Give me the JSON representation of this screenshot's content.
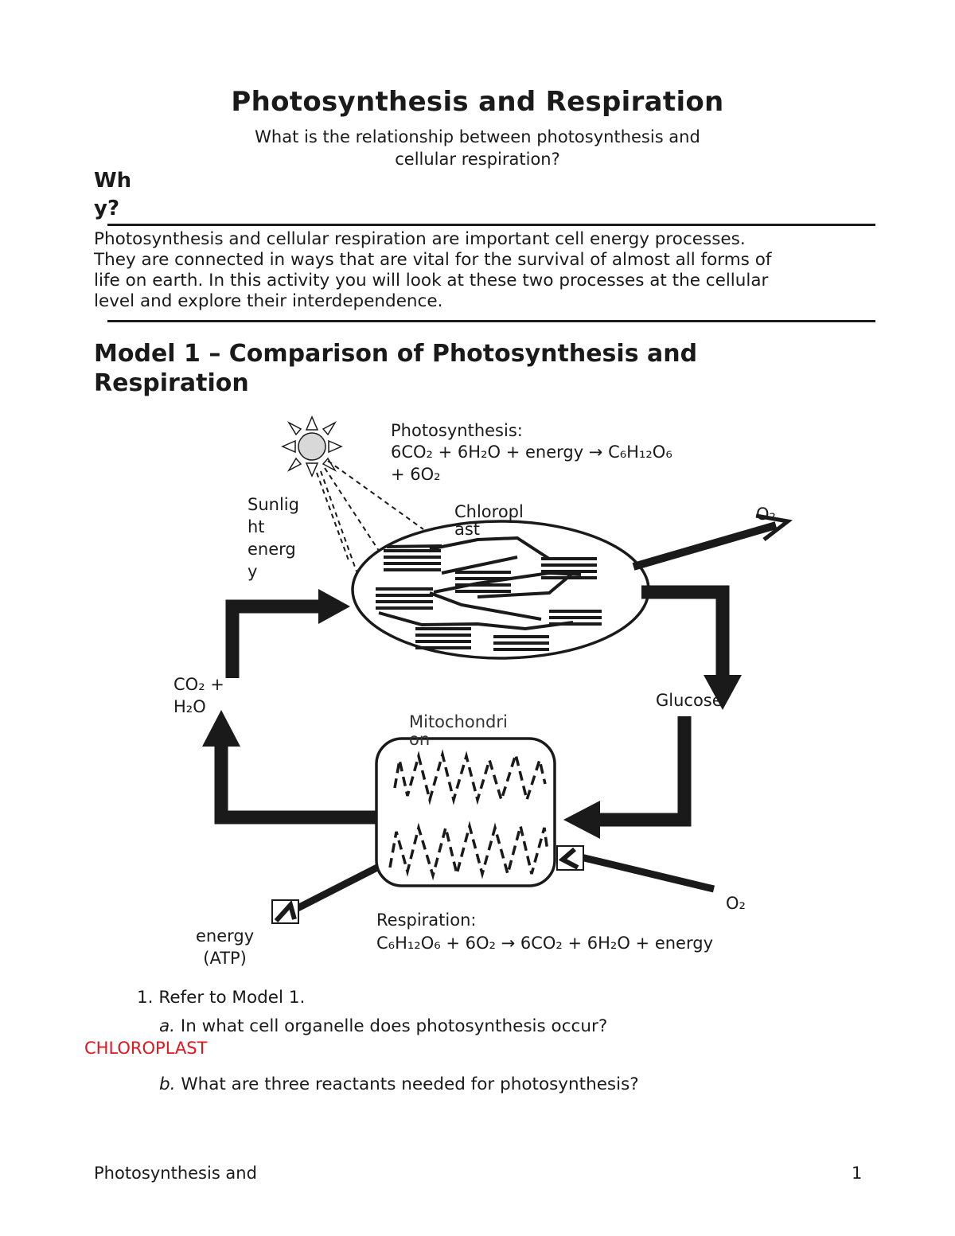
{
  "header": {
    "title": "Photosynthesis and Respiration",
    "subtitle_line1": "What is the relationship between photosynthesis and",
    "subtitle_line2": "cellular respiration?"
  },
  "why": {
    "line1": "Wh",
    "line2": "y?"
  },
  "intro": {
    "line1": "Photosynthesis and cellular respiration are important cell energy processes.",
    "line2": "They are connected in ways that are vital for the survival of almost all forms of",
    "line3": "life on earth. In this activity you will look at these two processes at the cellular",
    "line4": "level and explore their interdependence."
  },
  "model": {
    "line1": "Model 1 – Comparison of Photosynthesis and",
    "line2": "Respiration"
  },
  "diagram": {
    "photosynthesis_label": "Photosynthesis:",
    "photosynthesis_eq1": "6CO₂ + 6H₂O + energy → C₆H₁₂O₆",
    "photosynthesis_eq2": "+ 6O₂",
    "sunlight_l1": "Sunlig",
    "sunlight_l2": "ht",
    "sunlight_l3": "energ",
    "sunlight_l4": "y",
    "chloroplast_l1": "Chloropl",
    "chloroplast_l2": "ast",
    "o2_out": "O₂",
    "co2_l1": "CO₂ +",
    "co2_l2": "H₂O",
    "glucose": "Glucose",
    "mito_l1": "Mitochondri",
    "mito_l2": "on",
    "o2_in": "O₂",
    "energy_l1": "energy",
    "energy_l2": "(ATP)",
    "respiration_label": "Respiration:",
    "respiration_eq": "C₆H₁₂O₆ + 6O₂ → 6CO₂ + 6H₂O +  energy"
  },
  "questions": {
    "q1": "1. Refer to Model 1.",
    "qa_letter": "a.",
    "qa_text": " In what cell organelle does photosynthesis occur?",
    "qa_answer": "CHLOROPLAST",
    "qb_letter": "b.",
    "qb_text": " What are three reactants needed for photosynthesis?"
  },
  "footer": {
    "left": "Photosynthesis and",
    "page": "1"
  },
  "colors": {
    "text": "#1a1a1a",
    "answer": "#e0151d"
  }
}
